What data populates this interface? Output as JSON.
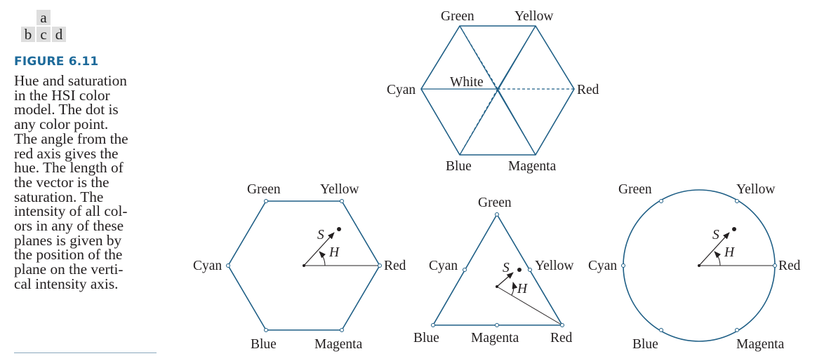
{
  "panel_key": {
    "top": "a",
    "bottom": [
      "b",
      "c",
      "d"
    ]
  },
  "figure_label": "FIGURE 6.11",
  "caption_lines": [
    "Hue and saturation",
    "in the HSI color",
    "model. The dot is",
    "any color point.",
    "The angle from the",
    "red axis gives the",
    "hue. The length of",
    "the vector is the",
    "saturation. The",
    "intensity of all col-",
    "ors in any of these",
    "planes is given by",
    "the position of the",
    "plane on the verti-",
    "cal intensity axis."
  ],
  "colors": {
    "stroke": "#1f5f86",
    "accent": "#1d6a9a",
    "text": "#231f20"
  },
  "panel_a": {
    "green": "Green",
    "yellow": "Yellow",
    "cyan": "Cyan",
    "white": "White",
    "red": "Red",
    "blue": "Blue",
    "magenta": "Magenta"
  },
  "panel_b": {
    "green": "Green",
    "yellow": "Yellow",
    "cyan": "Cyan",
    "red": "Red",
    "blue": "Blue",
    "magenta": "Magenta",
    "s": "S",
    "h": "H"
  },
  "panel_c": {
    "green": "Green",
    "cyan": "Cyan",
    "yellow": "Yellow",
    "blue": "Blue",
    "magenta": "Magenta",
    "red": "Red",
    "s": "S",
    "h": "H"
  },
  "panel_d": {
    "green": "Green",
    "yellow": "Yellow",
    "cyan": "Cyan",
    "red": "Red",
    "blue": "Blue",
    "magenta": "Magenta",
    "s": "S",
    "h": "H"
  }
}
